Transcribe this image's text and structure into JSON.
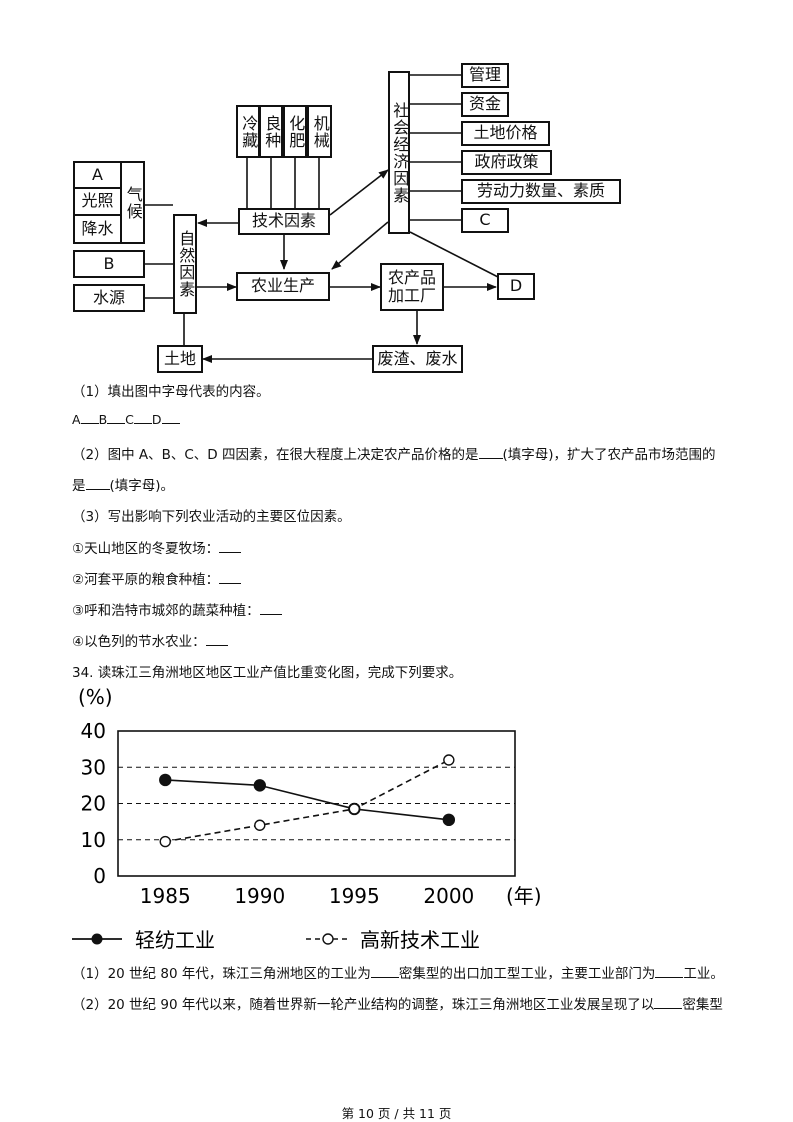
{
  "diagram": {
    "social_title": "社会经济因素",
    "social_items": [
      "管理",
      "资金",
      "土地价格",
      "政府政策",
      "劳动力数量、素质",
      "C"
    ],
    "tech_items": [
      "冷藏",
      "良种",
      "化肥",
      "机械"
    ],
    "tech_title": "技术因素",
    "natural_title": "自然因素",
    "climate_items": [
      "A",
      "光照",
      "降水"
    ],
    "climate_label": "气候",
    "b_label": "B",
    "water_label": "水源",
    "agri_label": "农业生产",
    "plant_label": "农产品\n加工厂",
    "d_label": "D",
    "waste_label": "废渣、废水",
    "land_label": "土地"
  },
  "questions": {
    "q1": "（1）填出图中字母代表的内容。",
    "q1_answer": [
      "A",
      "B",
      "C",
      "D"
    ],
    "q2_line1_pre": "（2）图中 A、B、C、D 四因素，在很大程度上决定农产品价格的是",
    "q2_line1_post": "(填字母)，扩大了农产品市场范围的",
    "q2_line2_pre": "是",
    "q2_line2_post": "(填字母)。",
    "q3": "（3）写出影响下列农业活动的主要区位因素。",
    "q3_items": [
      "①天山地区的冬夏牧场：",
      "②河套平原的粮食种植：",
      "③呼和浩特市城郊的蔬菜种植：",
      "④以色列的节水农业："
    ],
    "q34": "34. 读珠江三角洲地区地区工业产值比重变化图，完成下列要求。",
    "q34_1_pre": "（1）20 世纪 80 年代，珠江三角洲地区的工业为",
    "q34_1_mid": "密集型的出口加工型工业，主要工业部门为",
    "q34_1_post": "工业。",
    "q34_2_pre": "（2）20 世纪 90 年代以来，随着世界新一轮产业结构的调整，珠江三角洲地区工业发展呈现了以",
    "q34_2_post": "密集型"
  },
  "chart_data": {
    "type": "line",
    "ylabel": "(%)",
    "xlabel": "(年)",
    "x": [
      1985,
      1990,
      1995,
      2000
    ],
    "ylim": [
      0,
      40
    ],
    "yticks": [
      0,
      10,
      20,
      30,
      40
    ],
    "grid": "dashed at 10, 20, 30",
    "series": [
      {
        "name": "轻纺工业",
        "values": [
          26.5,
          25,
          18.5,
          15.5
        ],
        "style": "solid",
        "marker": "filled-circle"
      },
      {
        "name": "高新技术工业",
        "values": [
          9.5,
          14,
          18.5,
          32
        ],
        "style": "dashed",
        "marker": "open-circle"
      }
    ],
    "legend_placement": "bottom"
  },
  "footer": "第 10 页 / 共 11 页"
}
